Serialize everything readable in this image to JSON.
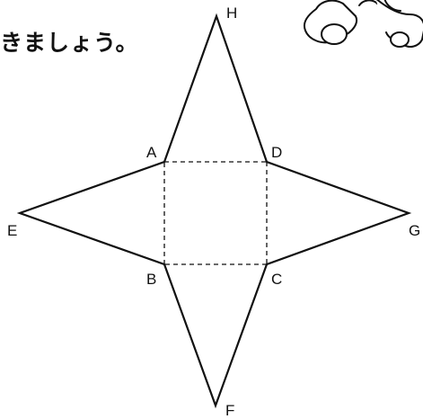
{
  "heading": {
    "text_fragment": "きましょう。"
  },
  "diagram": {
    "vertex_labels": {
      "A": "A",
      "B": "B",
      "C": "C",
      "D": "D",
      "E": "E",
      "F": "F",
      "G": "G",
      "H": "H"
    },
    "line_color": "#111111",
    "dashed_square": true
  },
  "illustration": {
    "icon": "cartoon-character-icon"
  }
}
